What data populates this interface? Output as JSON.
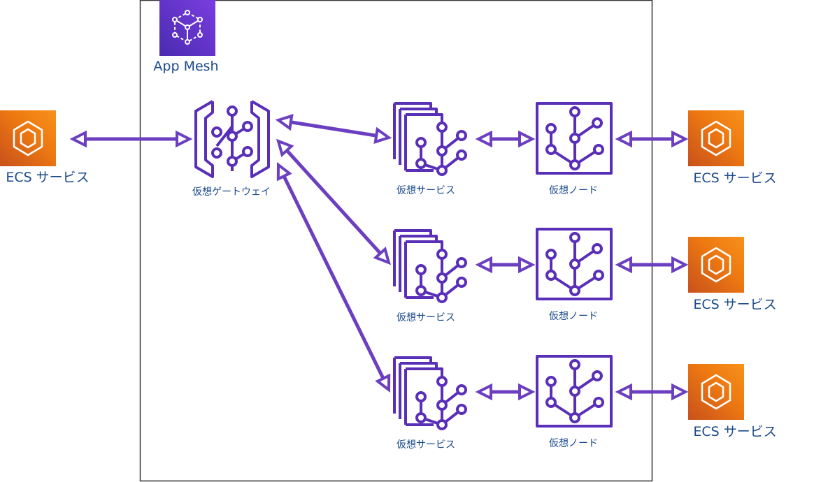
{
  "mesh": {
    "label": "App Mesh",
    "icon": "app-mesh-icon"
  },
  "gateway": {
    "label": "仮想ゲートウェイ",
    "icon": "virtual-gateway-icon"
  },
  "ecs_left": {
    "label": "ECS サービス",
    "icon": "ecs-icon"
  },
  "rows": [
    {
      "service_label": "仮想サービス",
      "node_label": "仮想ノード",
      "ecs_label": "ECS サービス"
    },
    {
      "service_label": "仮想サービス",
      "node_label": "仮想ノード",
      "ecs_label": "ECS サービス"
    },
    {
      "service_label": "仮想サービス",
      "node_label": "仮想ノード",
      "ecs_label": "ECS サービス"
    }
  ],
  "colors": {
    "arrow": "#6b3fc0",
    "ecs_orange": "#ee7a11",
    "mesh_purple": "#6a36d4",
    "label_blue": "#1a4a8a",
    "frame": "#333333"
  }
}
